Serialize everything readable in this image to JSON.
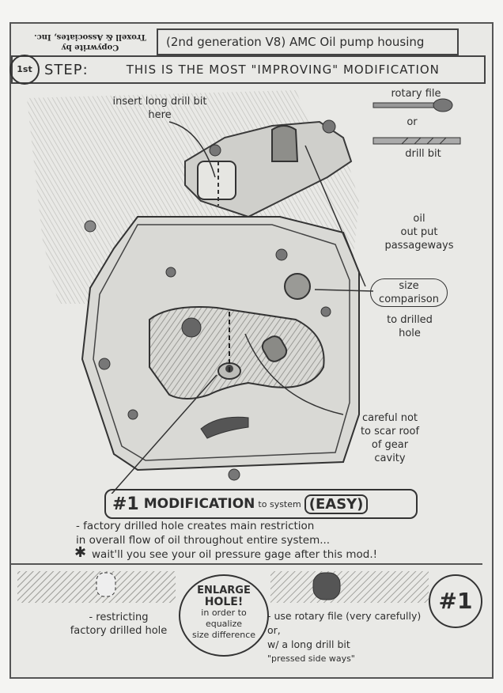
{
  "header": {
    "copyright_line1": "Copywrite by",
    "copyright_line2": "Troxell & Associates, Inc.",
    "title": "(2nd generation V8) AMC Oil pump housing"
  },
  "step": {
    "number": "1st",
    "label": "STEP:",
    "description": "THIS IS THE MOST \"IMPROVING\" MODIFICATION"
  },
  "tools": {
    "rotary_file": "rotary file",
    "or": "or",
    "drill_bit": "drill bit"
  },
  "annotations": {
    "insert_drill_line1": "insert long drill bit",
    "insert_drill_line2": "here",
    "oil_output_line1": "oil",
    "oil_output_line2": "out put",
    "oil_output_line3": "passageways",
    "size_comparison_line1": "size",
    "size_comparison_line2": "comparison",
    "to_drilled_line1": "to drilled",
    "to_drilled_line2": "hole",
    "careful_line1": "careful not",
    "careful_line2": "to scar roof",
    "careful_line3": "of gear",
    "careful_line4": "cavity"
  },
  "modification": {
    "number": "#1",
    "title": "MODIFICATION",
    "to_system": "to system",
    "difficulty": "(EASY)",
    "note_line1": "- factory drilled hole creates main restriction",
    "note_line2": "in overall flow of oil throughout entire system...",
    "note_line3": "wait'll you see your oil pressure gage after this mod.!"
  },
  "bottom": {
    "restricting_line1": "- restricting",
    "restricting_line2": "factory drilled hole",
    "enlarge_line1": "ENLARGE",
    "enlarge_line2": "HOLE!",
    "enlarge_line3": "in order to",
    "enlarge_line4": "equalize",
    "enlarge_line5": "size difference",
    "use_line1": "- use rotary file (very carefully) or,",
    "use_line2": "w/ a long drill bit",
    "use_line3": "\"pressed side ways\"",
    "badge": "#1"
  }
}
